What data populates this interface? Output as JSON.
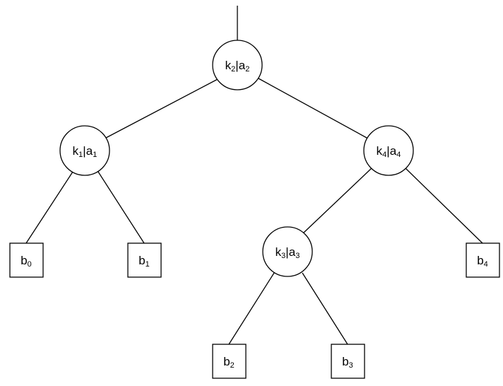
{
  "tree": {
    "root": "k2",
    "internal_nodes": [
      {
        "id": "k2",
        "key": "k",
        "key_index": "2",
        "sep": "|",
        "attr": "a",
        "attr_index": "2",
        "children": [
          "k1",
          "k4"
        ]
      },
      {
        "id": "k1",
        "key": "k",
        "key_index": "1",
        "sep": "|",
        "attr": "a",
        "attr_index": "1",
        "children": [
          "b0",
          "b1"
        ]
      },
      {
        "id": "k4",
        "key": "k",
        "key_index": "4",
        "sep": "|",
        "attr": "a",
        "attr_index": "4",
        "children": [
          "k3",
          "b4"
        ]
      },
      {
        "id": "k3",
        "key": "k",
        "key_index": "3",
        "sep": "|",
        "attr": "a",
        "attr_index": "3",
        "children": [
          "b2",
          "b3"
        ]
      }
    ],
    "leaves": [
      {
        "id": "b0",
        "letter": "b",
        "index": "0"
      },
      {
        "id": "b1",
        "letter": "b",
        "index": "1"
      },
      {
        "id": "b2",
        "letter": "b",
        "index": "2"
      },
      {
        "id": "b3",
        "letter": "b",
        "index": "3"
      },
      {
        "id": "b4",
        "letter": "b",
        "index": "4"
      }
    ]
  }
}
